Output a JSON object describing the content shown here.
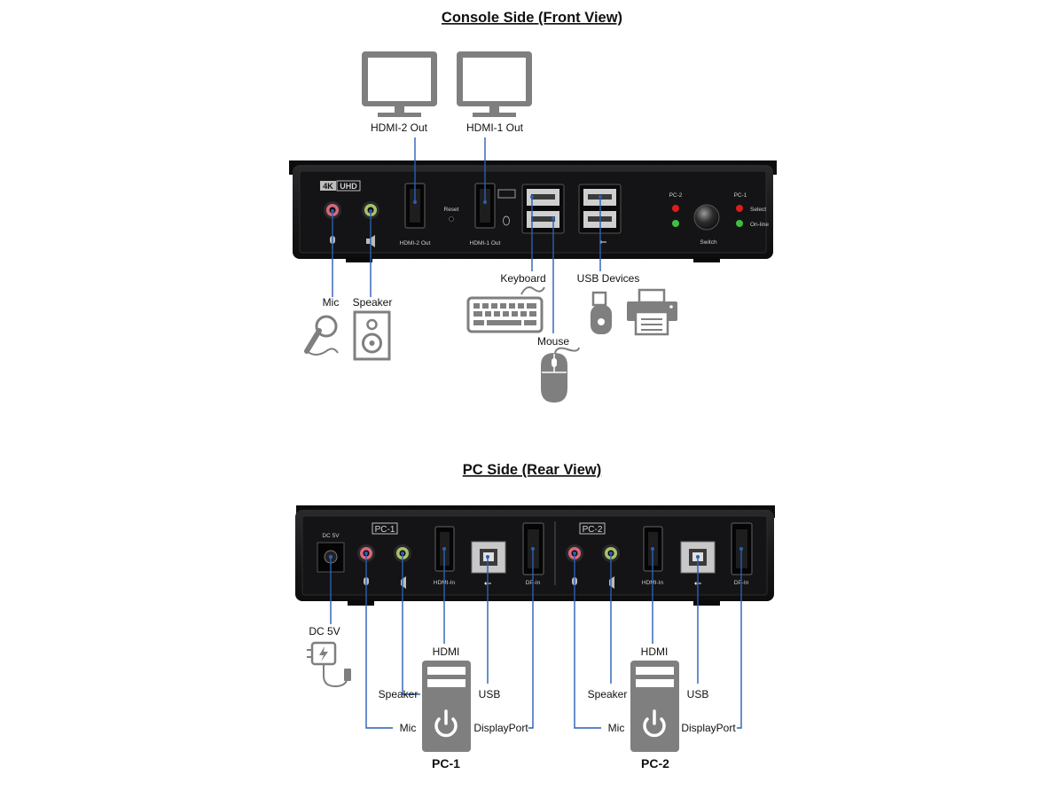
{
  "front": {
    "title": "Console Side (Front View)",
    "badge_4k": "4K",
    "badge_uhd": "UHD",
    "panel": {
      "reset": "Reset",
      "hdmi2_out": "HDMI-2 Out",
      "hdmi1_out": "HDMI-1 Out",
      "pc2": "PC-2",
      "pc1": "PC-1",
      "select": "Select",
      "online": "On-line",
      "switch": "Switch"
    },
    "labels": {
      "hdmi2_out": "HDMI-2 Out",
      "hdmi1_out": "HDMI-1 Out",
      "mic": "Mic",
      "speaker": "Speaker",
      "keyboard": "Keyboard",
      "mouse": "Mouse",
      "usb_devices": "USB Devices"
    },
    "icons": [
      "monitor-icon",
      "microphone-icon",
      "speaker-icon",
      "keyboard-icon",
      "mouse-icon",
      "usb-stick-icon",
      "printer-icon"
    ]
  },
  "rear": {
    "title": "PC Side (Rear View)",
    "panel": {
      "dc5v": "DC 5V",
      "pc1": "PC-1",
      "pc2": "PC-2",
      "hdmi_in": "HDMI-In",
      "dp_in": "DP-In"
    },
    "labels": {
      "dc5v": "DC 5V",
      "hdmi": "HDMI",
      "speaker": "Speaker",
      "usb": "USB",
      "mic": "Mic",
      "displayport": "DisplayPort",
      "pc1": "PC-1",
      "pc2": "PC-2"
    },
    "icons": [
      "power-adapter-icon",
      "pc-tower-icon",
      "power-button-icon"
    ]
  },
  "colors": {
    "wire": "#2b5fb4",
    "device_body": "#1b1b1d",
    "icon_gray": "#7f7f7f",
    "mic_port_ring": "#d9687c",
    "speaker_port_ring": "#a9c26a",
    "led_red": "#e01b1b",
    "led_green": "#3fbf3f"
  }
}
